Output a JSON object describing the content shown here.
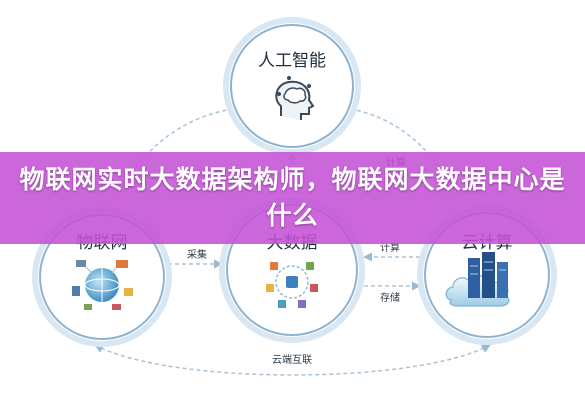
{
  "nodes": {
    "ai": {
      "label": "人工智能",
      "icon": "brain-head-icon"
    },
    "iot": {
      "label": "物联网",
      "icon": "connected-devices-icon"
    },
    "bigdata": {
      "label": "大数据",
      "icon": "data-hub-icon"
    },
    "cloud": {
      "label": "云计算",
      "icon": "server-cloud-icon"
    }
  },
  "edges": {
    "iot_to_bigdata": "采集",
    "cloud_to_bigdata": "计算",
    "bigdata_to_cloud": "存储",
    "cloud_to_ai": "计算",
    "iot_cloud": "云端互联"
  },
  "banner": {
    "title": "物联网实时大数据架构师，物联网大数据中心是什么"
  },
  "colors": {
    "circle_stroke": "#8fb3cf",
    "circle_outer": "#d9e7f2",
    "arrow": "#a8c3d8",
    "banner": "#c552d6",
    "server_blue": "#2f5f9e"
  }
}
